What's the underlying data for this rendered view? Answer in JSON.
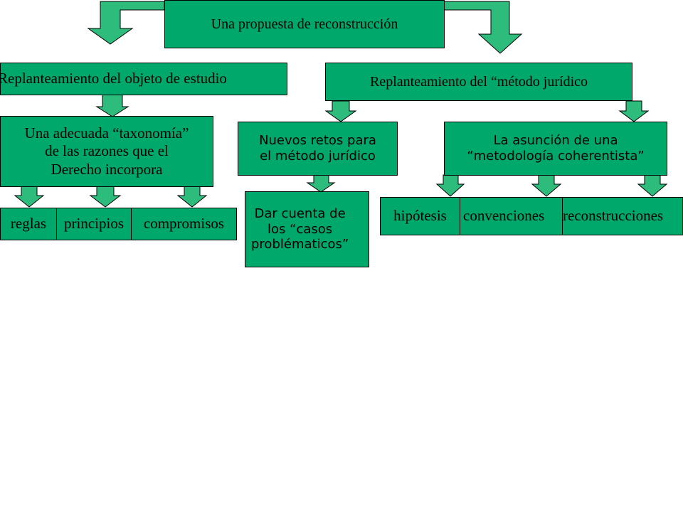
{
  "colors": {
    "box_fill": "#00a86b",
    "arrow_fill": "#2ebc7c",
    "outline": "#000000"
  },
  "root": {
    "title": "Una propuesta de reconstrucción"
  },
  "left_branch": {
    "title": "Replanteamiento del objeto de estudio",
    "taxonomy": "Una adecuada “taxonomía”\nde las razones que el\nDerecho incorpora",
    "items": [
      "reglas",
      "principios",
      "compromisos"
    ]
  },
  "right_branch": {
    "title": "Replanteamiento del “método jurídico",
    "retos": "Nuevos retos para\nel método jurídico",
    "casos": "Dar cuenta de\nlos “casos\nproblématicos”",
    "coherentista": "La asunción de una\n“metodología coherentista”",
    "items": [
      "hipótesis",
      "convenciones",
      "reconstrucciones"
    ]
  }
}
